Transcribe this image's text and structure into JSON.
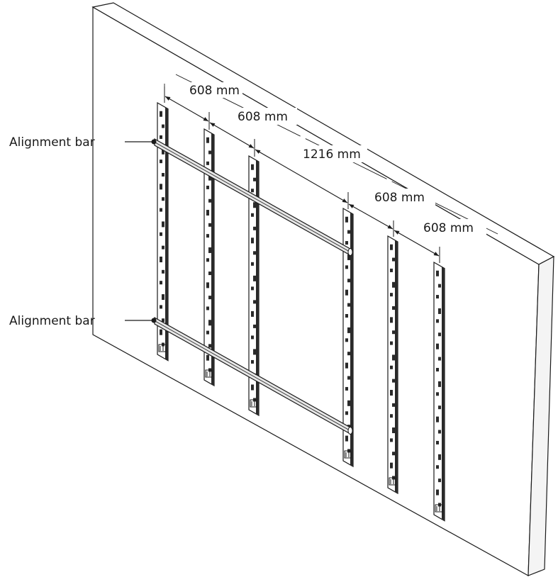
{
  "labels": {
    "alignment_bar_top": "Alignment bar",
    "alignment_bar_bottom": "Alignment bar"
  },
  "dimensions": [
    {
      "text": "608 mm"
    },
    {
      "text": "608 mm"
    },
    {
      "text": "1216 mm"
    },
    {
      "text": "608 mm"
    },
    {
      "text": "608 mm"
    }
  ],
  "colors": {
    "line": "#1a1a1a",
    "wall_fill": "#ffffff",
    "wall_side": "#f4f4f4",
    "bracket": "#2a2a2a",
    "bracket_hole": "#ffffff",
    "rail": "#e6e6e6"
  }
}
